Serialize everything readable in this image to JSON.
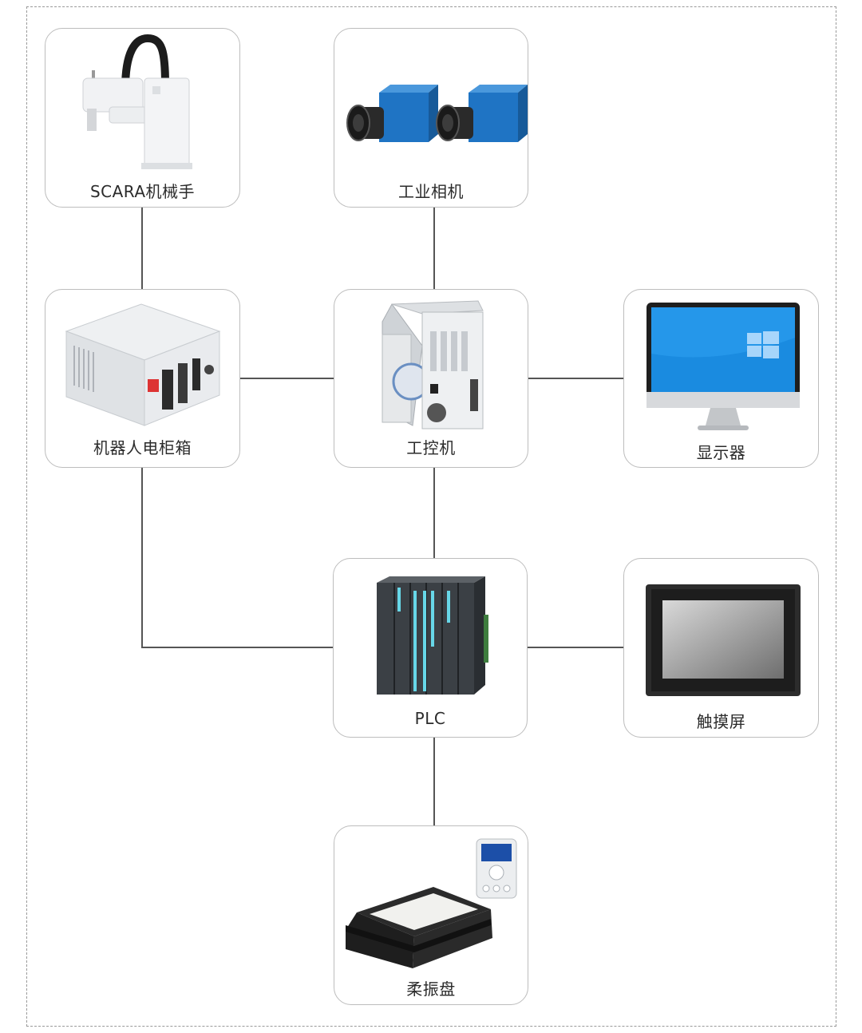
{
  "nodes": {
    "scara": {
      "label": "SCARA机械手",
      "icon": "scara-robot-icon"
    },
    "camera": {
      "label": "工业相机",
      "icon": "industrial-camera-icon"
    },
    "cabinet": {
      "label": "机器人电柜箱",
      "icon": "robot-control-cabinet-icon"
    },
    "ipc": {
      "label": "工控机",
      "icon": "industrial-pc-icon"
    },
    "monitor": {
      "label": "显示器",
      "icon": "monitor-icon"
    },
    "plc": {
      "label": "PLC",
      "icon": "plc-icon"
    },
    "hmi": {
      "label": "触摸屏",
      "icon": "touchscreen-icon"
    },
    "feeder": {
      "label": "柔振盘",
      "icon": "flexible-feeder-icon"
    }
  },
  "colors": {
    "node_border": "#bdbdbd",
    "wire": "#555555",
    "frame": "#9a9a9a",
    "camera_body": "#1f74c4",
    "screen_blue": "#1a8be0"
  }
}
